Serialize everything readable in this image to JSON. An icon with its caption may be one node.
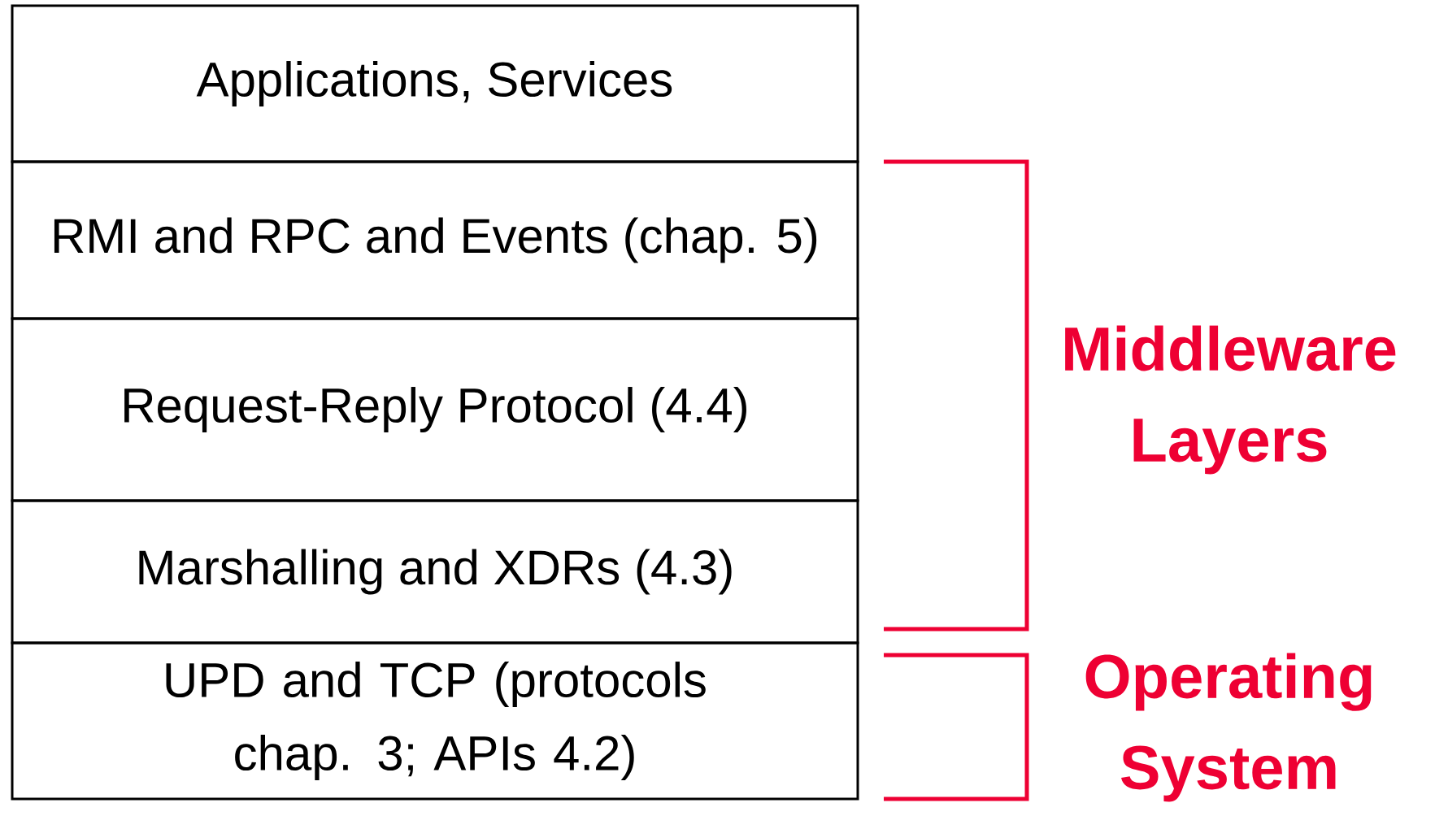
{
  "diagram": {
    "nodes": [
      {
        "text": [
          "Applications, Services"
        ]
      },
      {
        "text": [
          "RMI and RPC and Events (chap. 5)"
        ]
      },
      {
        "text": [
          "Request-Reply Protocol (4.4)"
        ]
      },
      {
        "text": [
          "Marshalling and XDRs (4.3)"
        ]
      },
      {
        "text": [
          "UPD and TCP (protocols chap. 3; APIs 4.2)"
        ]
      }
    ],
    "edges": [],
    "labels": [
      "Middleware Layers",
      "Operating System"
    ]
  }
}
